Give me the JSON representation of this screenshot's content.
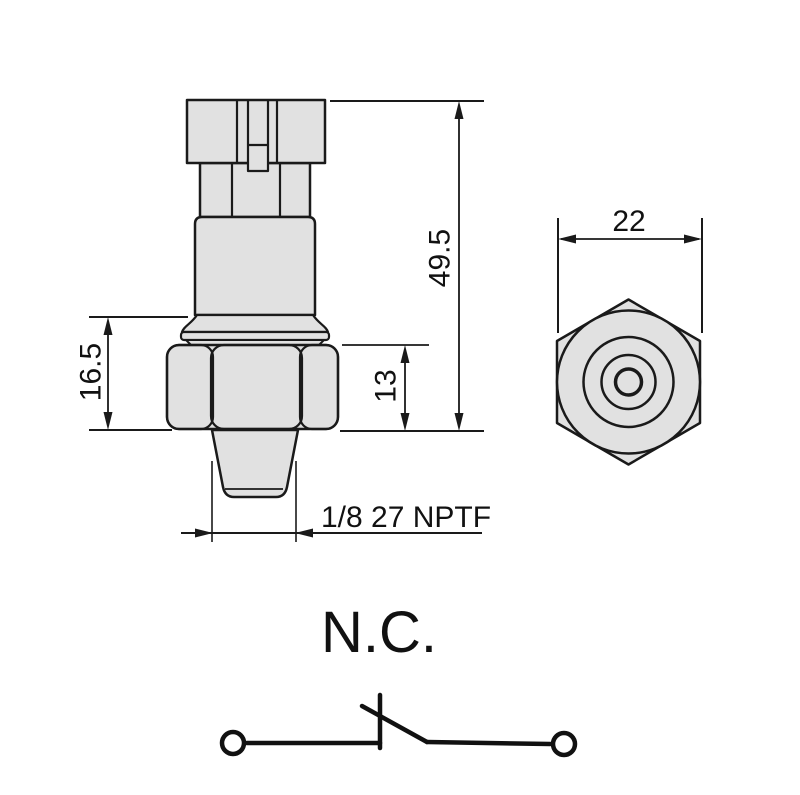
{
  "drawing": {
    "side_view": {
      "dim_overall_height": "49.5",
      "dim_flange_to_thread_top": "16.5",
      "dim_hex_height": "13",
      "thread_spec": "1/8 27 NPTF"
    },
    "end_view": {
      "dim_across_flats": "22"
    },
    "schematic": {
      "contact_label": "N.C."
    },
    "colors": {
      "part_fill": "#e1e1e1",
      "line": "#1a1a1a",
      "background": "#ffffff"
    }
  }
}
